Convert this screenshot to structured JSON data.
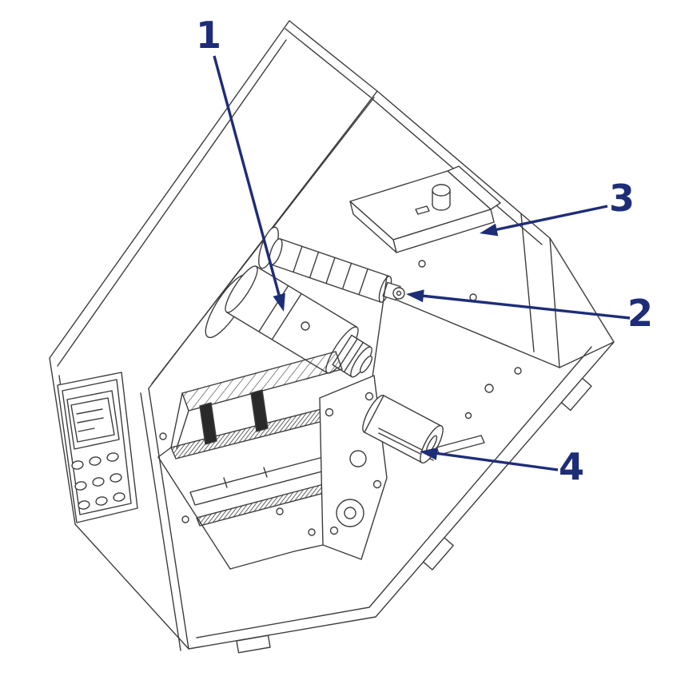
{
  "diagram": {
    "accent_color": "#1e2d78",
    "line_color": "#3d3d3d",
    "background_color": "#ffffff",
    "callouts": [
      {
        "label": "1"
      },
      {
        "label": "2"
      },
      {
        "label": "3"
      },
      {
        "label": "4"
      }
    ]
  }
}
